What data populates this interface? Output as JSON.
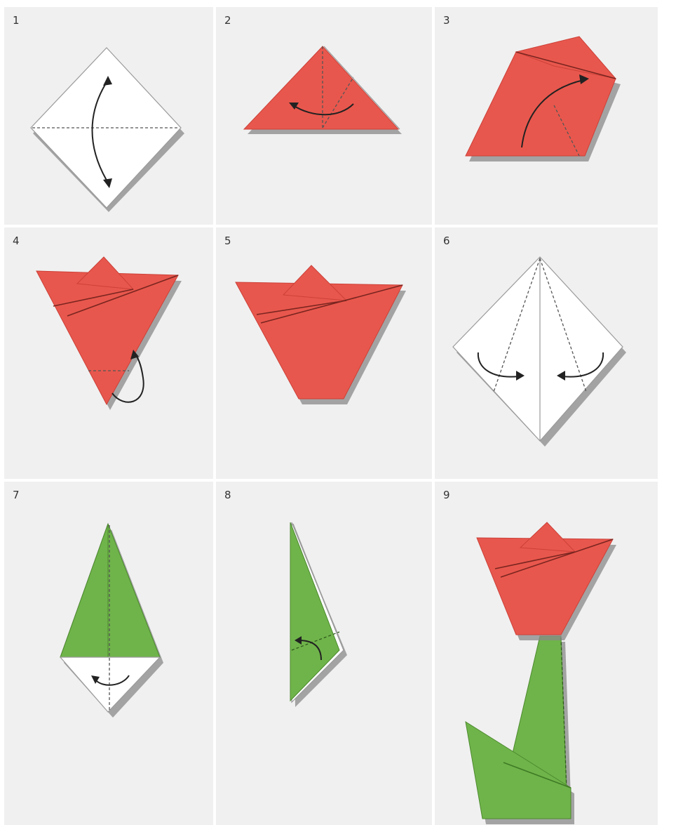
{
  "steps": [
    {
      "number": "1",
      "paper": "white",
      "icon": "folded-square-diagonal-arrow-icon"
    },
    {
      "number": "2",
      "paper": "red",
      "icon": "red-triangle-fold-icon"
    },
    {
      "number": "3",
      "paper": "red",
      "icon": "red-flap-fold-up-icon"
    },
    {
      "number": "4",
      "paper": "red",
      "icon": "red-tulip-fold-back-icon"
    },
    {
      "number": "5",
      "paper": "red",
      "icon": "red-tulip-head-icon"
    },
    {
      "number": "6",
      "paper": "white",
      "icon": "kite-fold-icon"
    },
    {
      "number": "7",
      "paper": "green",
      "icon": "green-kite-fold-icon"
    },
    {
      "number": "8",
      "paper": "green",
      "icon": "green-stem-fold-icon"
    },
    {
      "number": "9",
      "paper": "mixed",
      "icon": "finished-tulip-icon"
    }
  ],
  "colors": {
    "paper_red": "#e8574d",
    "paper_green": "#6fb44a",
    "paper_white": "#ffffff",
    "panel_background": "#f0f0f0",
    "grid_line": "#ffffff"
  }
}
